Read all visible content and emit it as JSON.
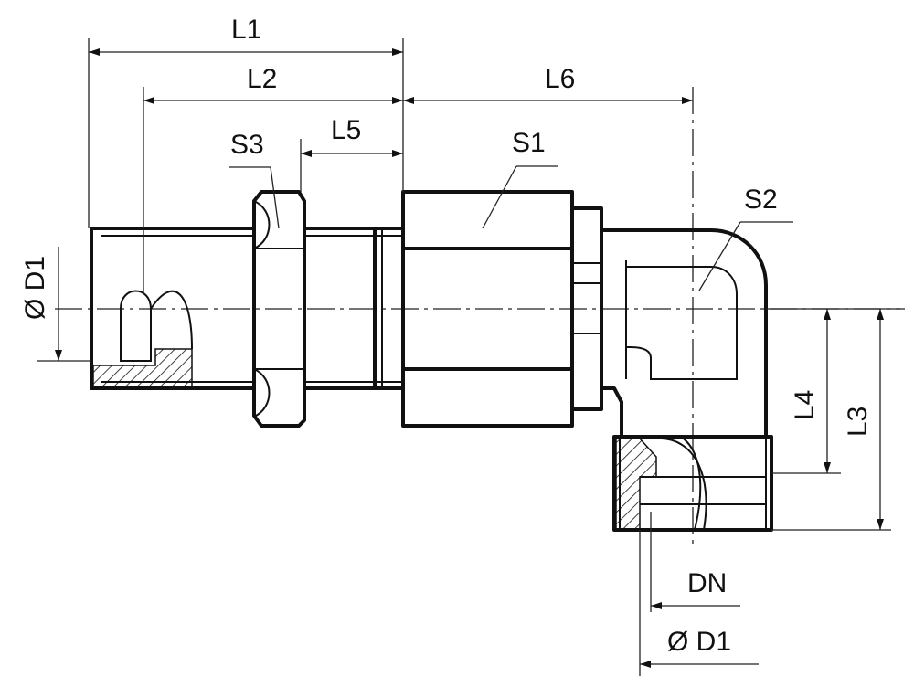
{
  "labels": {
    "l1": "L1",
    "l2": "L2",
    "l3": "L3",
    "l4": "L4",
    "l5": "L5",
    "l6": "L6",
    "s1": "S1",
    "s2": "S2",
    "s3": "S3",
    "d1_left": "Ø D1",
    "dn": "DN",
    "d1_bottom": "Ø D1"
  }
}
